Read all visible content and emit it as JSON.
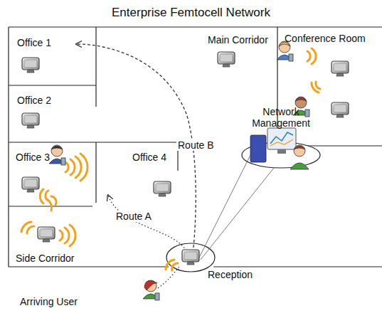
{
  "diagram": {
    "title": "Enterprise Femtocell Network",
    "labels": [
      "Office 1",
      "Main Corridor",
      "Conference Room",
      "Office 2",
      "Office 3",
      "Office 4",
      "Route B",
      "Network Management",
      "Route A",
      "Side Corridor",
      "Reception",
      "Arriving User"
    ]
  }
}
